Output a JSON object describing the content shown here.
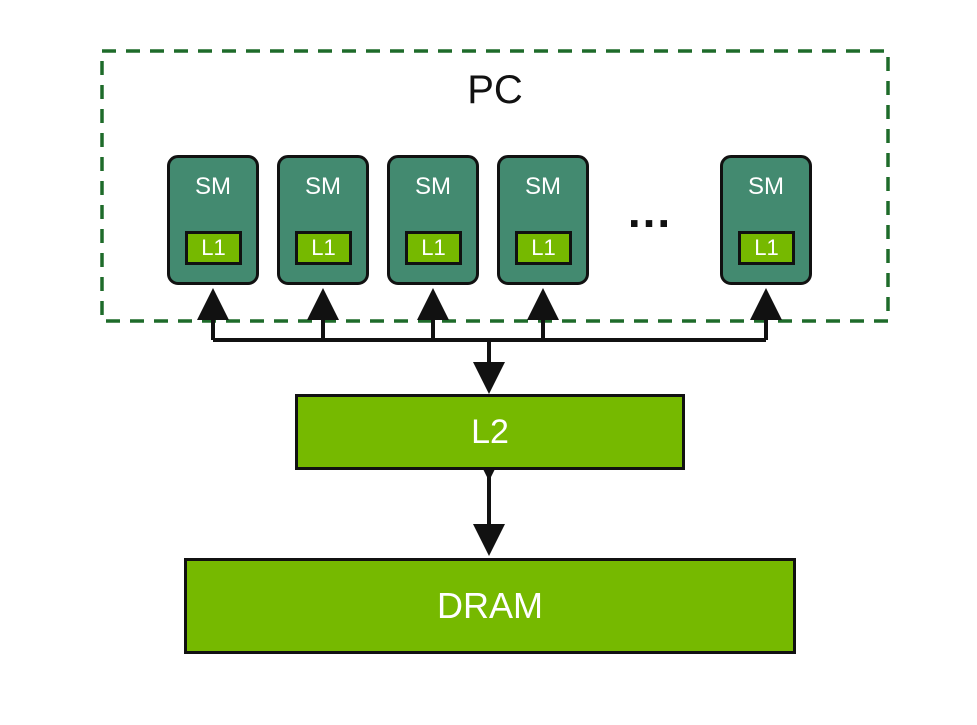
{
  "pc": {
    "label": "PC"
  },
  "sm_units": [
    {
      "label": "SM",
      "cache": "L1"
    },
    {
      "label": "SM",
      "cache": "L1"
    },
    {
      "label": "SM",
      "cache": "L1"
    },
    {
      "label": "SM",
      "cache": "L1"
    },
    {
      "label": "SM",
      "cache": "L1"
    }
  ],
  "ellipsis": "...",
  "l2": {
    "label": "L2"
  },
  "dram": {
    "label": "DRAM"
  },
  "colors": {
    "sm_fill": "#438a70",
    "cache_fill": "#76b900",
    "pc_border": "#1e6b2a",
    "outline": "#111111"
  }
}
